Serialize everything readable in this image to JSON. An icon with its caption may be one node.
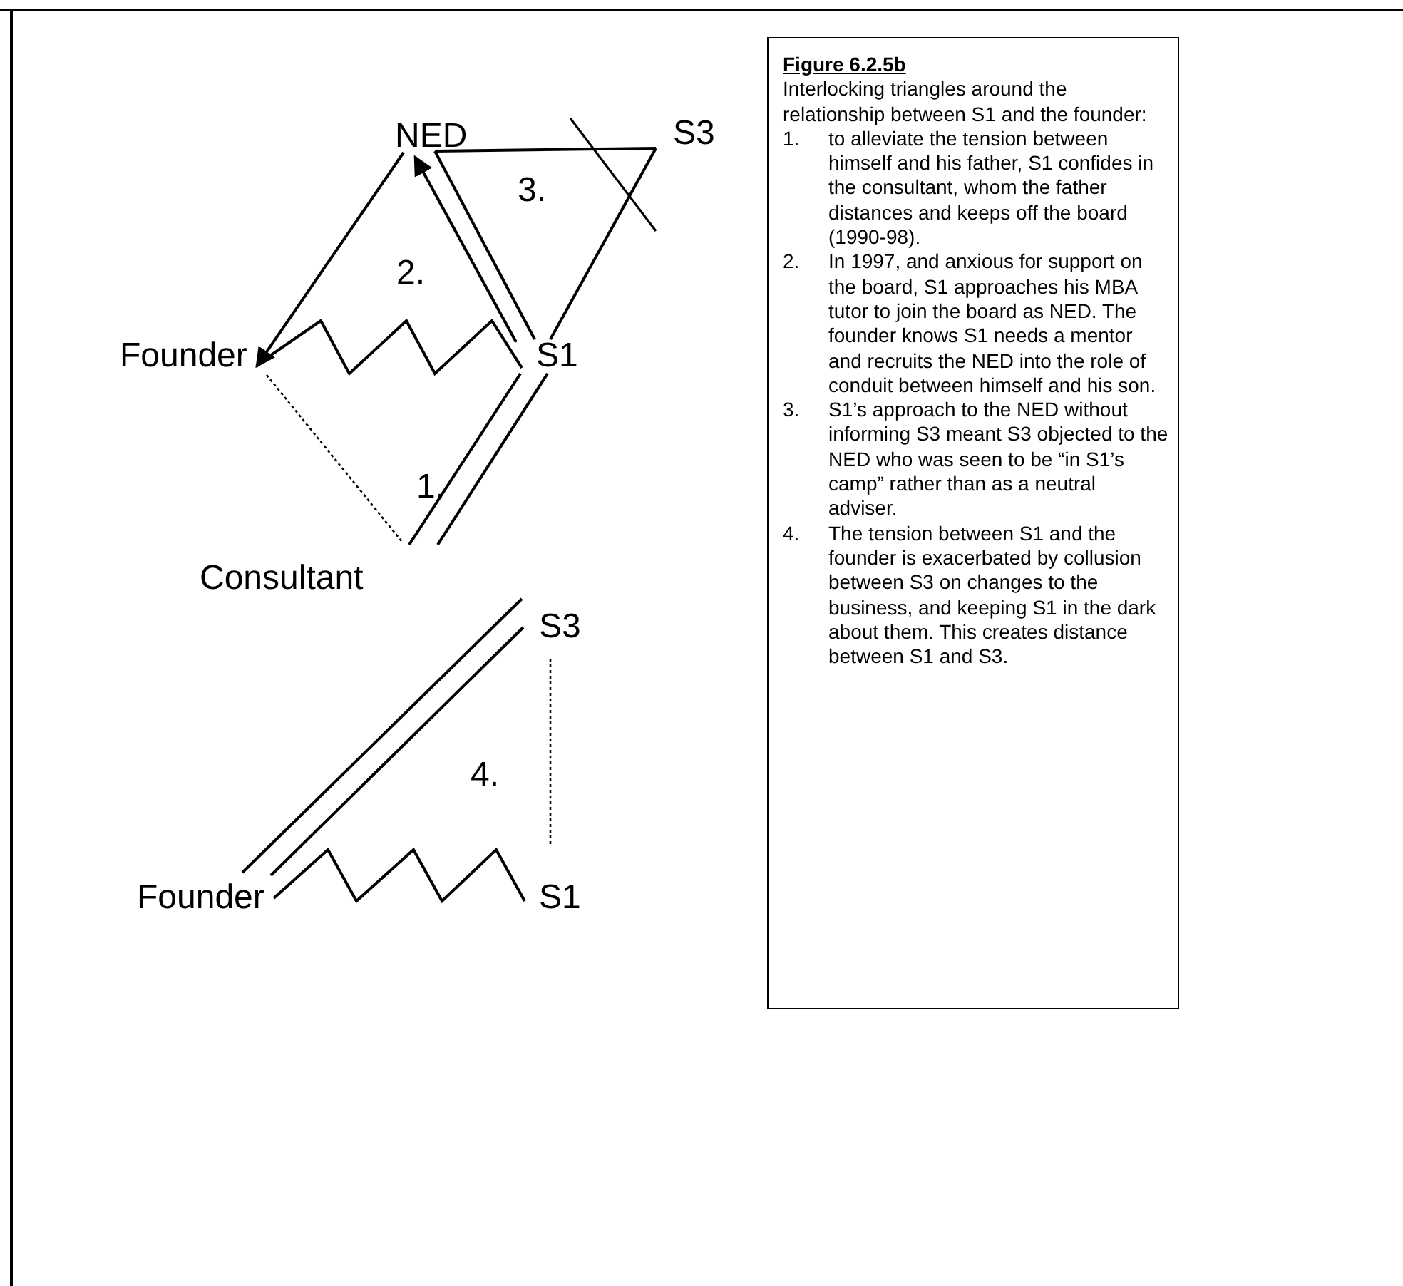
{
  "diagram": {
    "nodes": [
      {
        "text": [
          "NED"
        ]
      },
      {
        "text": [
          "S3"
        ]
      },
      {
        "text": [
          "Founder"
        ]
      },
      {
        "text": [
          "S1"
        ]
      },
      {
        "text": [
          "Consultant"
        ]
      },
      {
        "text": [
          "S3"
        ]
      },
      {
        "text": [
          "Founder"
        ]
      },
      {
        "text": [
          "S1"
        ]
      },
      {
        "text": [
          "Figure 6.2.5b",
          "Interlocking triangles around the relationship between S1 and the founder:",
          "1. to alleviate the tension between himself and his father, S1 confides in the consultant, whom the father distances and keeps off the board (1990-98).",
          "2. In 1997, and anxious for support on the board, S1 approaches his MBA tutor to join the board as NED. The founder knows S1 needs a mentor and recruits the NED into the role of conduit between himself and his son.",
          "3. S1’s approach to the NED without informing S3 meant S3 objected to the NED who was seen to be “in S1’s camp” rather than as a neutral adviser.",
          "4. The tension between S1 and the founder is exacerbated by collusion between S3 on changes to the business, and keeping S1 in the dark about them. This creates distance between S1 and S3."
        ]
      }
    ],
    "edges": [
      {
        "from": 0,
        "to": 2,
        "arrow": "to"
      },
      {
        "from": 3,
        "to": 0,
        "arrow": "to"
      },
      {
        "from": 0,
        "to": 3,
        "arrow": "none"
      },
      {
        "from": 0,
        "to": 1,
        "arrow": "none"
      },
      {
        "from": 1,
        "to": 3,
        "arrow": "none"
      },
      {
        "from": 2,
        "to": 3,
        "arrow": "none"
      },
      {
        "from": 2,
        "to": 4,
        "arrow": "none",
        "style": "dashed"
      },
      {
        "from": 3,
        "to": 4,
        "arrow": "none"
      },
      {
        "from": 3,
        "to": 4,
        "arrow": "none"
      },
      {
        "from": 6,
        "to": 5,
        "arrow": "none"
      },
      {
        "from": 6,
        "to": 5,
        "arrow": "none"
      },
      {
        "from": 6,
        "to": 7,
        "arrow": "none"
      },
      {
        "from": 5,
        "to": 7,
        "arrow": "none",
        "style": "dashed"
      }
    ],
    "labels": [
      "2.",
      "3.",
      "1.",
      "4."
    ]
  }
}
